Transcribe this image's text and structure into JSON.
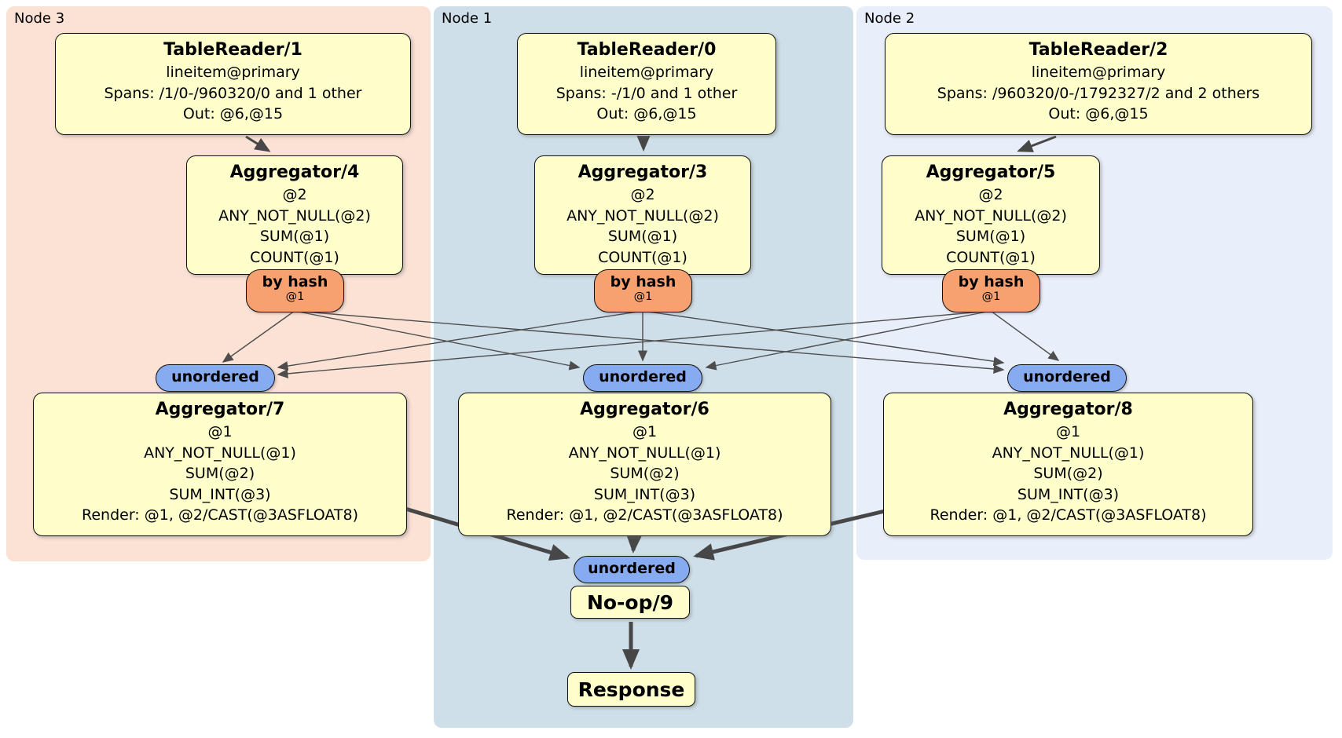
{
  "colors": {
    "node3_bg": "#fce2d5",
    "node1_bg": "#cfdfe9",
    "node2_bg": "#e9effa",
    "box_fill": "#ffffcc",
    "router_fill": "#f6a16f",
    "sync_fill": "#86abf0",
    "edge": "#4d4d4d"
  },
  "regions": [
    {
      "label": "Node 3",
      "table_reader": {
        "title": "TableReader/1",
        "lines": [
          "lineitem@primary",
          "Spans: /1/0-/960320/0 and 1 other",
          "Out: @6,@15"
        ]
      },
      "aggregator_top": {
        "title": "Aggregator/4",
        "lines": [
          "@2",
          "ANY_NOT_NULL(@2)",
          "SUM(@1)",
          "COUNT(@1)"
        ]
      },
      "router": {
        "label": "by hash",
        "detail": "@1"
      },
      "sync": {
        "label": "unordered"
      },
      "aggregator_bottom": {
        "title": "Aggregator/7",
        "lines": [
          "@1",
          "ANY_NOT_NULL(@1)",
          "SUM(@2)",
          "SUM_INT(@3)",
          "Render: @1, @2/CAST(@3ASFLOAT8)"
        ]
      }
    },
    {
      "label": "Node 1",
      "table_reader": {
        "title": "TableReader/0",
        "lines": [
          "lineitem@primary",
          "Spans: -/1/0 and 1 other",
          "Out: @6,@15"
        ]
      },
      "aggregator_top": {
        "title": "Aggregator/3",
        "lines": [
          "@2",
          "ANY_NOT_NULL(@2)",
          "SUM(@1)",
          "COUNT(@1)"
        ]
      },
      "router": {
        "label": "by hash",
        "detail": "@1"
      },
      "sync": {
        "label": "unordered"
      },
      "aggregator_bottom": {
        "title": "Aggregator/6",
        "lines": [
          "@1",
          "ANY_NOT_NULL(@1)",
          "SUM(@2)",
          "SUM_INT(@3)",
          "Render: @1, @2/CAST(@3ASFLOAT8)"
        ]
      }
    },
    {
      "label": "Node 2",
      "table_reader": {
        "title": "TableReader/2",
        "lines": [
          "lineitem@primary",
          "Spans: /960320/0-/1792327/2 and 2 others",
          "Out: @6,@15"
        ]
      },
      "aggregator_top": {
        "title": "Aggregator/5",
        "lines": [
          "@2",
          "ANY_NOT_NULL(@2)",
          "SUM(@1)",
          "COUNT(@1)"
        ]
      },
      "router": {
        "label": "by hash",
        "detail": "@1"
      },
      "sync": {
        "label": "unordered"
      },
      "aggregator_bottom": {
        "title": "Aggregator/8",
        "lines": [
          "@1",
          "ANY_NOT_NULL(@1)",
          "SUM(@2)",
          "SUM_INT(@3)",
          "Render: @1, @2/CAST(@3ASFLOAT8)"
        ]
      }
    }
  ],
  "final_stage": {
    "sync": {
      "label": "unordered"
    },
    "noop": {
      "title": "No-op/9"
    },
    "response": {
      "title": "Response"
    }
  }
}
